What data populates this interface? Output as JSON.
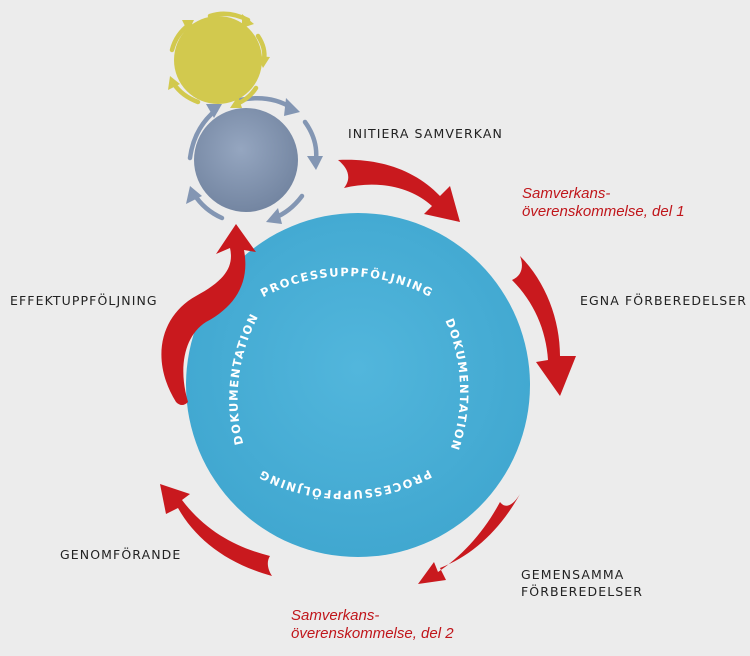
{
  "steps": {
    "initiera": "INITIERA SAMVERKAN",
    "egna": "EGNA FÖRBEREDELSER",
    "gemensamma_line1": "GEMENSAMMA",
    "gemensamma_line2": "FÖRBEREDELSER",
    "genomforande": "GENOMFÖRANDE",
    "effekt": "EFFEKTUPPFÖLJNING"
  },
  "agreements": {
    "del1_line1": "Samverkans-",
    "del1_line2": "överenskommelse, del 1",
    "del2_line1": "Samverkans-",
    "del2_line2": "överenskommelse, del 2"
  },
  "ring_texts": {
    "top": "PROCESSUPPFÖLJNING",
    "right": "DOKUMENTATION",
    "bottom": "PROCESSUPPFÖLJNING",
    "left": "DOKUMENTATION"
  },
  "colors": {
    "background": "#ececec",
    "main_circle": "#4bb0d6",
    "gray_circle": "#8396b3",
    "yellow_circle": "#d2c94e",
    "red_arrow": "#c9191e",
    "agreement_text": "#c0161b"
  }
}
